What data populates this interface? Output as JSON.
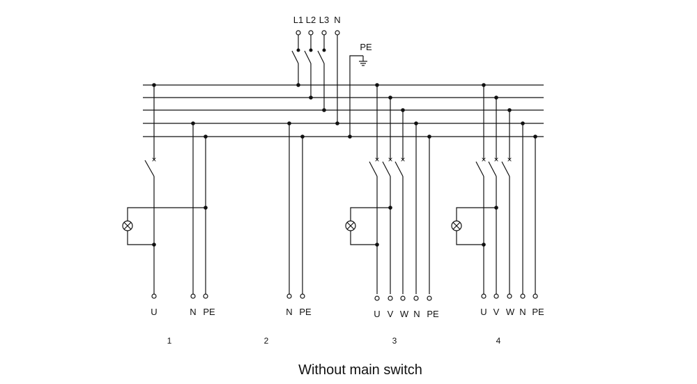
{
  "supply": {
    "labels": [
      "L1",
      "L2",
      "L3",
      "N"
    ],
    "pe_label": "PE"
  },
  "circuits": [
    {
      "number": "1",
      "outputs": [
        "U",
        "N",
        "PE"
      ]
    },
    {
      "number": "2",
      "outputs": [
        "N",
        "PE"
      ]
    },
    {
      "number": "3",
      "outputs": [
        "U",
        "V",
        "W",
        "N",
        "PE"
      ]
    },
    {
      "number": "4",
      "outputs": [
        "U",
        "V",
        "W",
        "N",
        "PE"
      ]
    }
  ],
  "caption": "Without main switch",
  "colors": {
    "line": "#111111",
    "background": "#ffffff"
  }
}
